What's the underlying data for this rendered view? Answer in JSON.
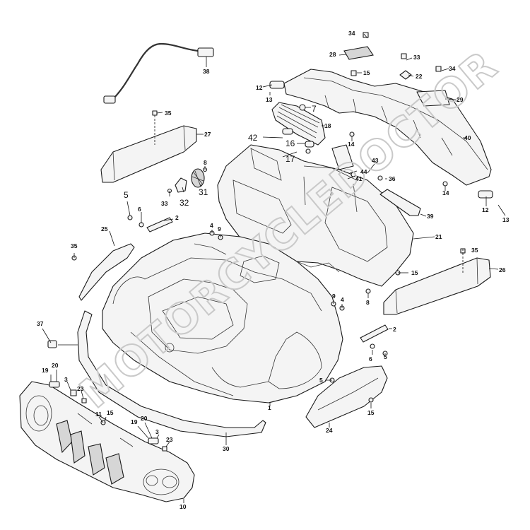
{
  "callouts": {
    "c34a": "34",
    "c28": "28",
    "c33": "33",
    "c34b": "34",
    "c22": "22",
    "c15a": "15",
    "c38": "38",
    "c12a": "12",
    "c13a": "13",
    "c7": "7",
    "c29": "29",
    "c35a": "35",
    "c18": "18",
    "c27": "27",
    "c40": "40",
    "c42": "42",
    "c16": "16",
    "c14a": "14",
    "c17": "17",
    "c44": "44",
    "c43": "43",
    "c41": "41",
    "c36": "36",
    "c8a": "8",
    "c5a": "5",
    "c33b": "33",
    "c32": "32",
    "c31": "31",
    "c14b": "14",
    "c12b": "12",
    "c13b": "13",
    "c6a": "6",
    "c2a": "2",
    "c39": "39",
    "c25": "25",
    "c4a": "4",
    "c9a": "9",
    "c21": "21",
    "c35b": "35",
    "c35c": "35",
    "c26": "26",
    "c15b": "15",
    "c8b": "8",
    "c9b": "9",
    "c4b": "4",
    "c2b": "2",
    "c37": "37",
    "c6b": "6",
    "c5b": "5",
    "c19a": "19",
    "c20a": "20",
    "c3a": "3",
    "c23a": "23",
    "c5c": "5",
    "c11": "11",
    "c15c": "15",
    "c19b": "19",
    "c20b": "20",
    "c3b": "3",
    "c23b": "23",
    "c1": "1",
    "c15d": "15",
    "c24": "24",
    "c30": "30",
    "c10": "10"
  },
  "watermark": "MOTORCYCLEDOCTOR"
}
